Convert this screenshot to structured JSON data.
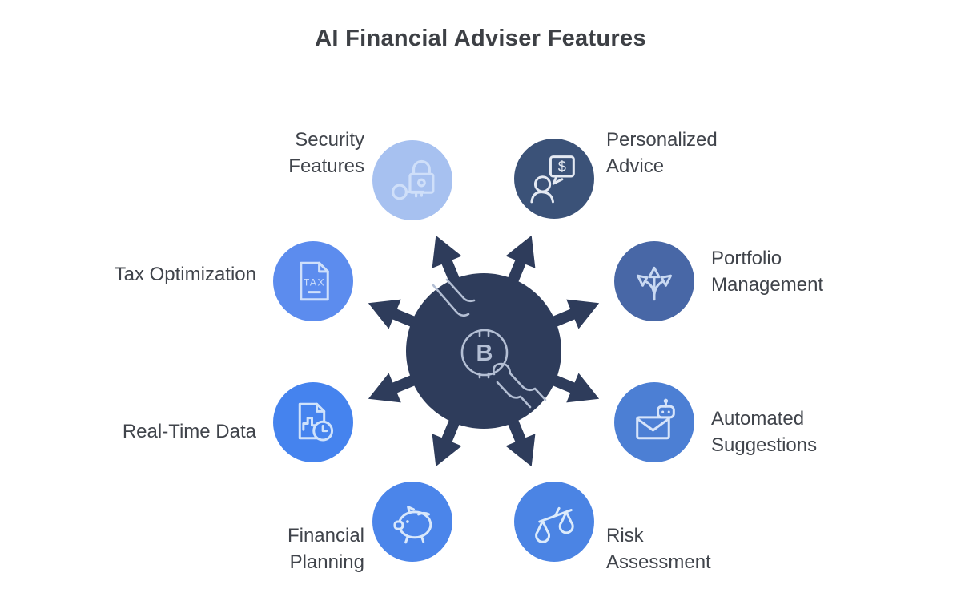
{
  "title": "AI Financial Adviser Features",
  "center": {
    "icon": "bitcoin-exchange-hands-icon",
    "color": "#2e3c5b",
    "icon_color": "#b4bfd4",
    "coin_symbol": "B"
  },
  "colors": {
    "background": "#ffffff",
    "title_text": "#3d4045",
    "label_text": "#40444b"
  },
  "nodes": [
    {
      "id": "security",
      "label_line1": "Security",
      "label_line2": "Features",
      "icon": "lock-key-icon",
      "color": "#a7c1f0",
      "icon_color": "#cfdff9"
    },
    {
      "id": "personalized",
      "label_line1": "Personalized",
      "label_line2": "Advice",
      "icon": "person-dollar-chat-icon",
      "color": "#3b5278",
      "icon_color": "#e4e9f2"
    },
    {
      "id": "tax",
      "label_line1": "Tax Optimization",
      "label_line2": "",
      "icon": "tax-document-icon",
      "color": "#5c8cee",
      "icon_color": "#cfe0fb",
      "doc_text": "TAX"
    },
    {
      "id": "portfolio",
      "label_line1": "Portfolio",
      "label_line2": "Management",
      "icon": "three-way-arrows-icon",
      "color": "#4867a6",
      "icon_color": "#c9d9f2"
    },
    {
      "id": "realtime",
      "label_line1": "Real-Time Data",
      "label_line2": "",
      "icon": "document-chart-clock-icon",
      "color": "#4583ee",
      "icon_color": "#cfe2fb"
    },
    {
      "id": "automated",
      "label_line1": "Automated",
      "label_line2": "Suggestions",
      "icon": "envelope-robot-icon",
      "color": "#4c7fd4",
      "icon_color": "#d6e4fa"
    },
    {
      "id": "financial",
      "label_line1": "Financial",
      "label_line2": "Planning",
      "icon": "piggy-bank-icon",
      "color": "#4b85ea",
      "icon_color": "#d9e8fb"
    },
    {
      "id": "risk",
      "label_line1": "Risk",
      "label_line2": "Assessment",
      "icon": "scales-icon",
      "color": "#4b84e4",
      "icon_color": "#dcebfb"
    }
  ]
}
